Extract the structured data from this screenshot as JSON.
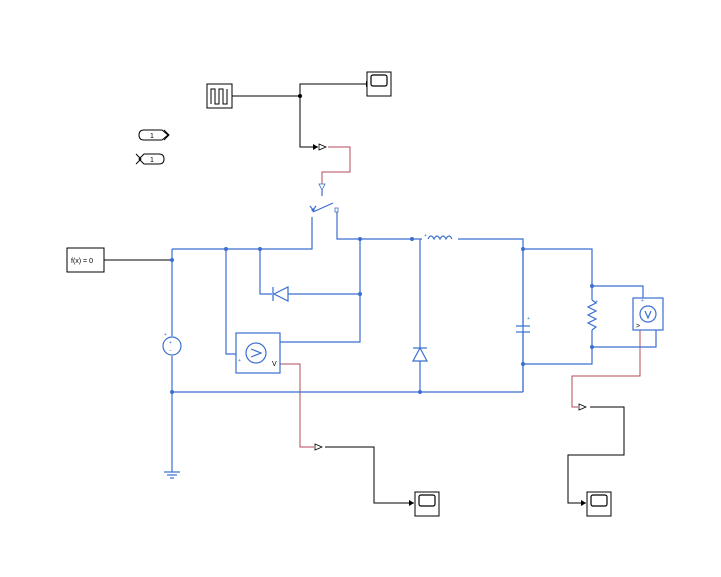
{
  "blocks": {
    "solver_label": "f(x) = 0",
    "goto_tag": "1",
    "from_tag": "1",
    "current_sensor_label": "V",
    "voltage_sensor_label": ">"
  },
  "colors": {
    "physical_wire": "#3a6fd0",
    "signal_wire": "#000000",
    "converted_signal": "#b5485a"
  }
}
